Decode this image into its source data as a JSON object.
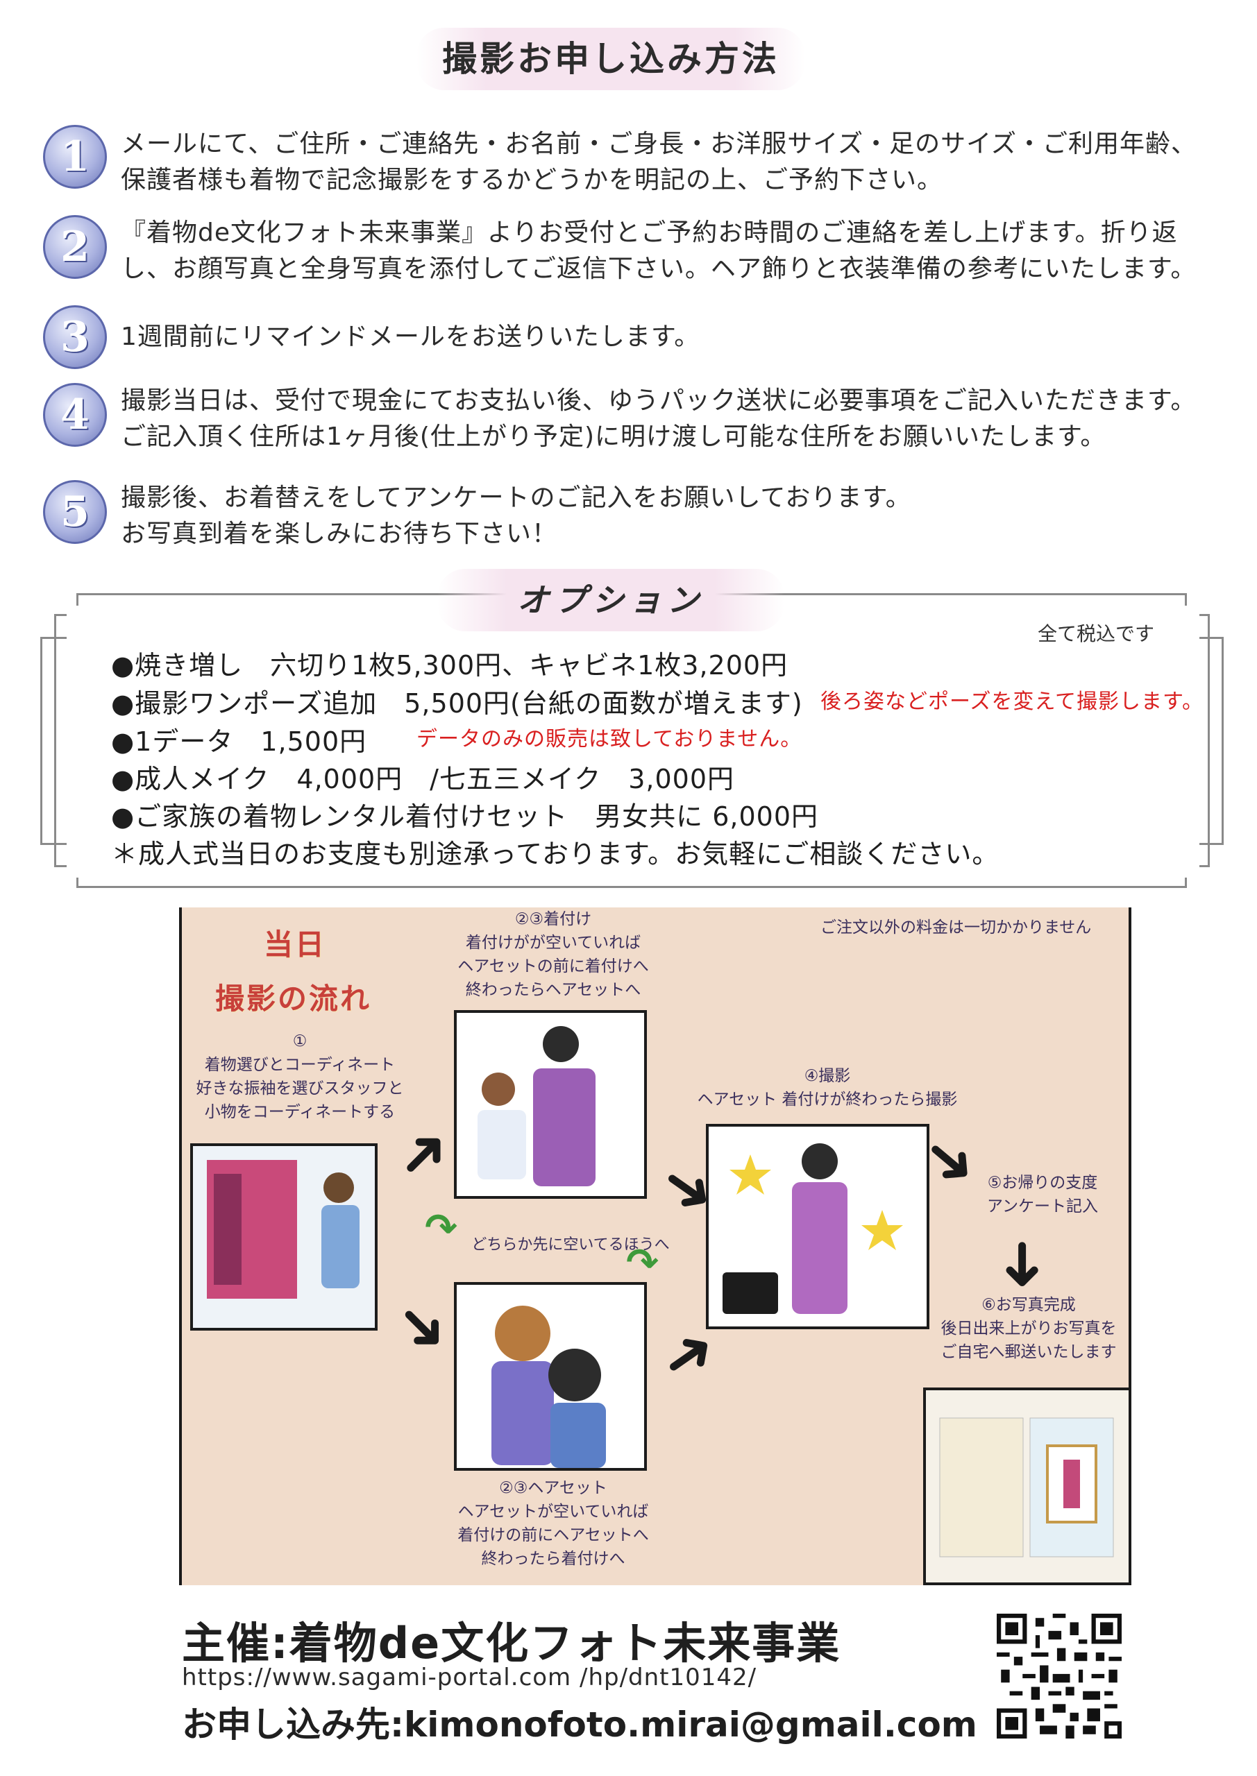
{
  "title": "撮影お申し込み方法",
  "steps": [
    {
      "num": "1",
      "text": "メールにて、ご住所・ご連絡先・お名前・ご身長・お洋服サイズ・足のサイズ・ご利用年齢、\n保護者様も着物で記念撮影をするかどうかを明記の上、ご予約下さい。"
    },
    {
      "num": "2",
      "text": "『着物de文化フォト未来事業』よりお受付とご予約お時間のご連絡を差し上げます。折り返\nし、お顔写真と全身写真を添付してご返信下さい。ヘア飾りと衣装準備の参考にいたします。"
    },
    {
      "num": "3",
      "text": "1週間前にリマインドメールをお送りいたします。"
    },
    {
      "num": "4",
      "text": "撮影当日は、受付で現金にてお支払い後、ゆうパック送状に必要事項をご記入いただきます。\nご記入頂く住所は1ヶ月後(仕上がり予定)に明け渡し可能な住所をお願いいたします。"
    },
    {
      "num": "5",
      "text": "撮影後、お着替えをしてアンケートのご記入をお願いしております。\nお写真到着を楽しみにお待ち下さい！"
    }
  ],
  "options": {
    "title": "オプション",
    "tax_note": "全て税込です",
    "lines": [
      "●焼き増し　六切り1枚5,300円、キャビネ1枚3,200円",
      "●撮影ワンポーズ追加　5,500円(台紙の面数が増えます)",
      "●1データ　1,500円",
      "●成人メイク　4,000円　/七五三メイク　3,000円",
      "●ご家族の着物レンタル着付けセット　男女共に 6,000円",
      "＊成人式当日のお支度も別途承っております。お気軽にご相談ください。"
    ],
    "note_pose": "後ろ姿などポーズを変えて撮影します。",
    "note_data": "データのみの販売は致しておりません。"
  },
  "flow": {
    "heading_1": "当日",
    "heading_2": "撮影の流れ",
    "no_extra_fee": "ご注文以外の料金は一切かかりません",
    "step1": "①\n着物選びとコーディネート\n好きな振袖を選びスタッフと\n小物をコーディネートする",
    "step23_kitsuke": "②③着付け\n着付けがが空いていれば\nヘアセットの前に着付けへ\n終わったらヘアセットへ",
    "step23_hair": "②③ヘアセット\nヘアセットが空いていれば\n着付けの前にヘアセットへ\n終わったら着付けへ",
    "either": "どちらか先に空いてるほうへ",
    "step4": "④撮影\nヘアセット 着付けが終わったら撮影",
    "step5": "⑤お帰りの支度\nアンケート記入",
    "step6": "⑥お写真完成\n後日出来上がりお写真を\nご自宅へ郵送いたします"
  },
  "footer": {
    "organizer": "主催:着物de文化フォト未来事業",
    "url": "https://www.sagami-portal.com /hp/dnt10142/",
    "apply": "お申し込み先:kimonofoto.mirai@gmail.com"
  }
}
